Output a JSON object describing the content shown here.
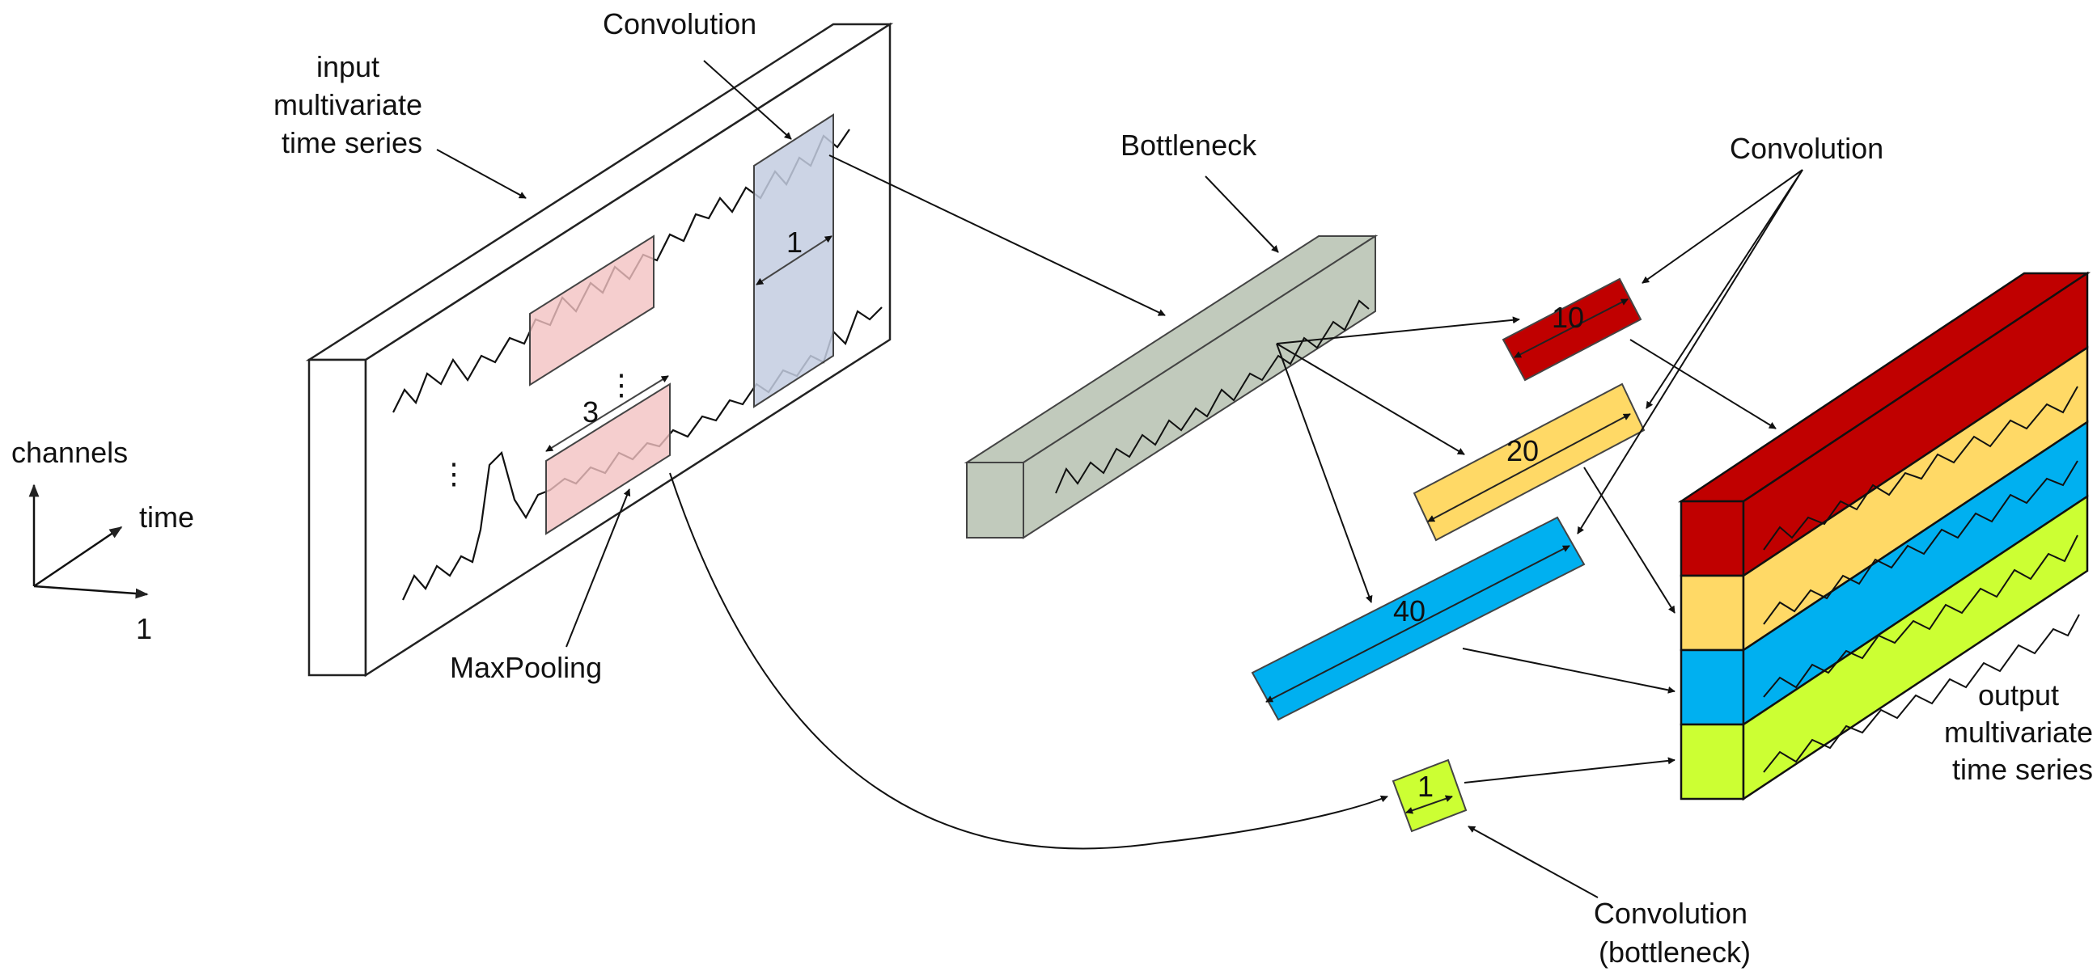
{
  "axes": {
    "channels": "channels",
    "time": "time",
    "one": "1"
  },
  "input": {
    "label_lines": [
      "input",
      "multivariate",
      "time series"
    ],
    "dots_glyph": "⋮"
  },
  "labels": {
    "convolution_top": "Convolution",
    "bottleneck": "Bottleneck",
    "convolution_right": "Convolution",
    "maxpooling": "MaxPooling",
    "conv_bottleneck_lines": [
      "Convolution",
      "(bottleneck)"
    ]
  },
  "filters": {
    "conv1": "1",
    "pool3": "3",
    "f10": "10",
    "f20": "20",
    "f40": "40",
    "f1": "1"
  },
  "output": {
    "label_lines": [
      "output",
      "multivariate",
      "time series"
    ]
  },
  "colors": {
    "pool_fill": "#f2c2c2",
    "conv1_fill": "#c3cde0",
    "bottleneck_fill": "#c1cabc",
    "red": "#c00000",
    "yellow": "#ffd966",
    "blue": "#00b0f0",
    "green": "#ccff33"
  }
}
